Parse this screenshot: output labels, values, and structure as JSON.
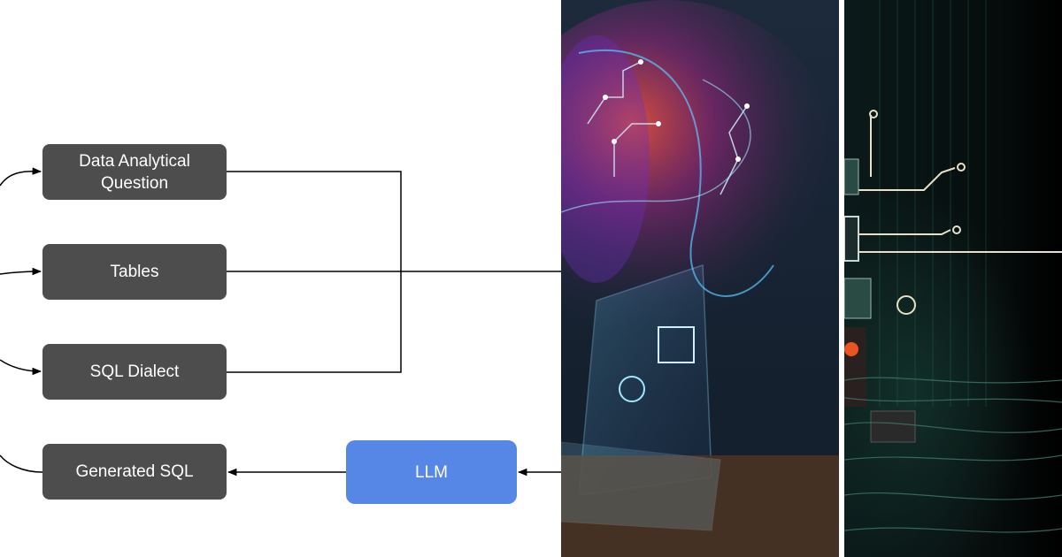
{
  "diagram": {
    "nodes": {
      "question": "Data Analytical\nQuestion",
      "tables": "Tables",
      "dialect": "SQL Dialect",
      "generated": "Generated SQL",
      "llm": "LLM"
    }
  },
  "colors": {
    "node_dark": "#4d4d4d",
    "node_llm": "#5687e6",
    "edge": "#000000"
  },
  "artwork": {
    "left_panel": "illustration-ai-llm",
    "right_panel": "illustration-circuit-board"
  }
}
